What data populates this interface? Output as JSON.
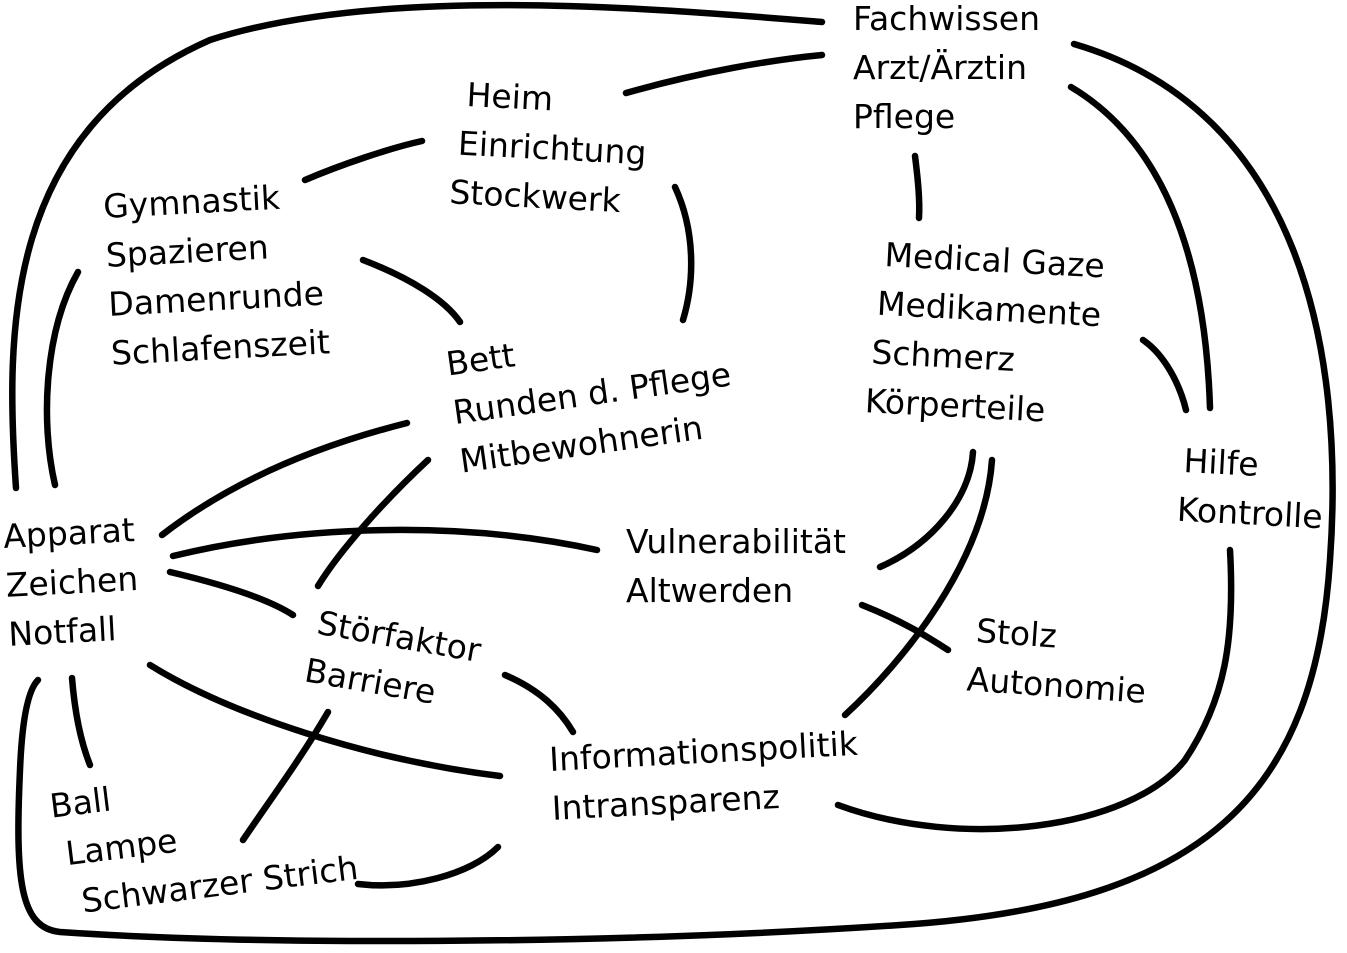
{
  "nodes": {
    "fachwissen": {
      "lines": [
        "Fachwissen",
        "Arzt/Ärztin",
        "Pflege"
      ]
    },
    "heim": {
      "lines": [
        "Heim",
        "Einrichtung",
        "Stockwerk"
      ]
    },
    "gymnastik": {
      "lines": [
        "Gymnastik",
        "Spazieren",
        "Damenrunde",
        "Schlafenszeit"
      ]
    },
    "bett": {
      "lines": [
        "Bett",
        "Runden d. Pflege",
        "Mitbewohnerin"
      ]
    },
    "medical": {
      "lines": [
        "Medical Gaze",
        "Medikamente",
        "Schmerz",
        "Körperteile"
      ]
    },
    "hilfe": {
      "lines": [
        "Hilfe",
        "Kontrolle"
      ]
    },
    "apparat": {
      "lines": [
        "Apparat",
        "Zeichen",
        "Notfall"
      ]
    },
    "vulnerabilitaet": {
      "lines": [
        "Vulnerabilität",
        "Altwerden"
      ]
    },
    "stolz": {
      "lines": [
        "Stolz",
        "Autonomie"
      ]
    },
    "stoerfaktor": {
      "lines": [
        "Störfaktor",
        "Barriere"
      ]
    },
    "information": {
      "lines": [
        "Informationspolitik",
        "Intransparenz"
      ]
    },
    "ball": {
      "lines": [
        "Ball",
        "Lampe",
        "Schwarzer Strich"
      ]
    }
  }
}
